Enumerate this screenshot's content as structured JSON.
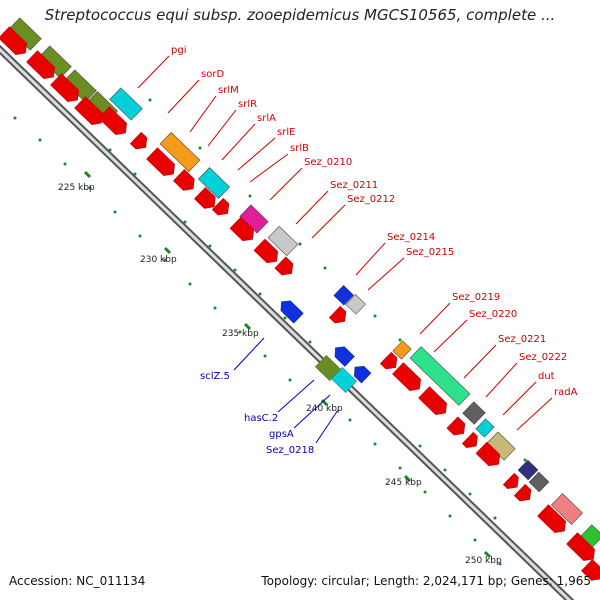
{
  "title": "Streptococcus equi subsp. zooepidemicus MGCS10565, complete ...",
  "footer": {
    "accession": "Accession: NC_011134",
    "topology": "Topology: circular; Length: 2,024,171 bp; Genes: 1,965"
  },
  "ticks": [
    "225 kbp",
    "230 kbp",
    "235 kbp",
    "240 kbp",
    "245 kbp",
    "250 kbp"
  ],
  "labels_top": [
    "pgi",
    "sorD",
    "srlM",
    "srlR",
    "srlA",
    "srlE",
    "srlB",
    "Sez_0210",
    "Sez_0211",
    "Sez_0212",
    "Sez_0214",
    "Sez_0215",
    "Sez_0219",
    "Sez_0220",
    "Sez_0221",
    "Sez_0222",
    "dut",
    "radA"
  ],
  "labels_bottom": [
    "sclZ.5",
    "hasC.2",
    "gpsA",
    "Sez_0218"
  ],
  "colors": {
    "cds": "#e80000",
    "olive": "#6b8e23",
    "cyan": "#00d0d8",
    "orange": "#f59a1a",
    "magenta": "#e0209a",
    "grey": "#c8c8c8",
    "blue": "#1030e0",
    "seagreen": "#2ee08c",
    "darkgrey": "#606060",
    "khaki": "#c8b878",
    "navy": "#303080",
    "pink": "#f08080",
    "green": "#30c030",
    "label_red": "#cc0000",
    "label_blue": "#0000b0",
    "dot": "#1a8a1a"
  }
}
